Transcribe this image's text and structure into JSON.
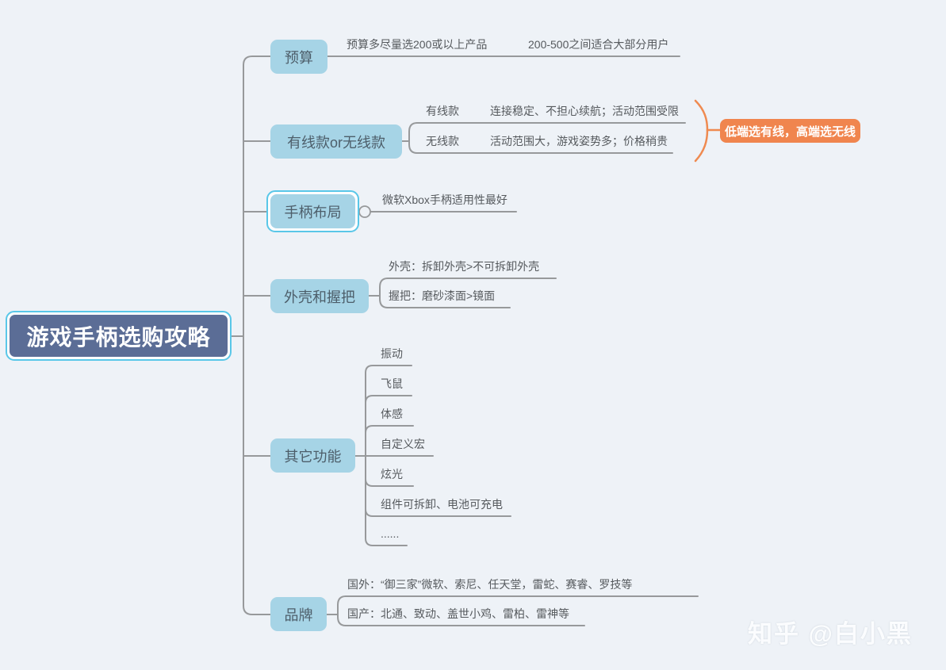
{
  "root": {
    "label": "游戏手柄选购攻略"
  },
  "branches": [
    {
      "label": "预算",
      "children": [
        {
          "label": "预算多尽量选200或以上产品"
        },
        {
          "label": "200-500之间适合大部分用户"
        }
      ]
    },
    {
      "label": "有线款or无线款",
      "children": [
        {
          "label": "有线款",
          "desc": "连接稳定、不担心续航；活动范围受限"
        },
        {
          "label": "无线款",
          "desc": "活动范围大，游戏姿势多；价格稍贵"
        }
      ],
      "callout": "低端选有线，高端选无线"
    },
    {
      "label": "手柄布局",
      "children": [
        {
          "label": "微软Xbox手柄适用性最好"
        }
      ]
    },
    {
      "label": "外壳和握把",
      "children": [
        {
          "label": "外壳：拆卸外壳>不可拆卸外壳"
        },
        {
          "label": "握把：磨砂漆面>镜面"
        }
      ]
    },
    {
      "label": "其它功能",
      "children": [
        {
          "label": "振动"
        },
        {
          "label": "飞鼠"
        },
        {
          "label": "体感"
        },
        {
          "label": "自定义宏"
        },
        {
          "label": "炫光"
        },
        {
          "label": "组件可拆卸、电池可充电"
        },
        {
          "label": "......"
        }
      ]
    },
    {
      "label": "品牌",
      "children": [
        {
          "label": "国外：“御三家”微软、索尼、任天堂，雷蛇、赛睿、罗技等"
        },
        {
          "label": "国产：北通、致动、盖世小鸡、雷柏、雷神等"
        }
      ]
    }
  ],
  "watermark": "知乎 @白小黑",
  "colors": {
    "background": "#eef2f7",
    "branch_fill": "#a6d4e6",
    "root_fill": "#5b6d96",
    "selection_border": "#59c7e8",
    "connector": "#97999b",
    "accent_orange": "#f0854e",
    "branch_text": "#4d5e6a",
    "leaf_text": "#565a5e"
  }
}
